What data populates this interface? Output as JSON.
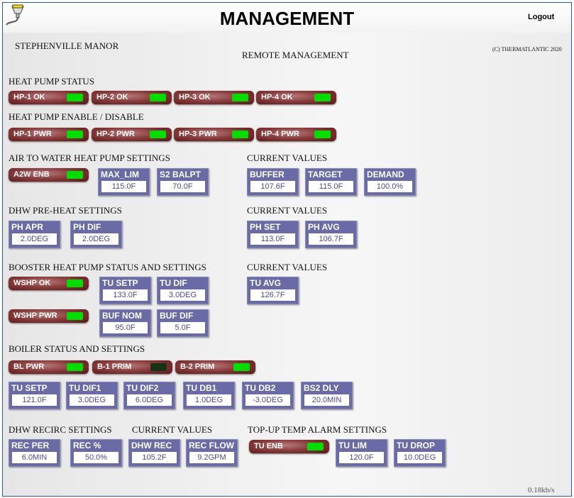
{
  "header": {
    "title": "MANAGEMENT",
    "logout": "Logout",
    "site": "STEPHENVILLE MANOR",
    "subtitle": "REMOTE MANAGEMENT",
    "copyright": "(C) THERMATLANTIC 2020"
  },
  "colors": {
    "pill": "#7a2a2a",
    "led_on": "#00dd00",
    "led_off": "#173317",
    "box": "#6a6aa6"
  },
  "sections": {
    "hp_status": "HEAT PUMP STATUS",
    "hp_enable": "HEAT PUMP ENABLE / DISABLE",
    "a2w": "AIR TO WATER HEAT PUMP SETTINGS",
    "current": "CURRENT VALUES",
    "dhw_pre": "DHW PRE-HEAT SETTINGS",
    "booster": "BOOSTER HEAT PUMP STATUS AND SETTINGS",
    "boiler": "BOILER STATUS AND SETTINGS",
    "recirc": "DHW RECIRC SETTINGS",
    "topup": "TOP-UP TEMP ALARM SETTINGS"
  },
  "pills": {
    "hp1ok": "HP-1 OK",
    "hp2ok": "HP-2 OK",
    "hp3ok": "HP-3 OK",
    "hp4ok": "HP-4 OK",
    "hp1pwr": "HP-1 PWR",
    "hp2pwr": "HP-2 PWR",
    "hp3pwr": "HP-3 PWR",
    "hp4pwr": "HP-4 PWR",
    "a2w": "A2W ENB",
    "wshpok": "WSHP OK",
    "wshppwr": "WSHP PWR",
    "blpwr": "BL PWR",
    "b1": "B-1 PRIM",
    "b2": "B-2 PRIM",
    "tuenb": "TU ENB"
  },
  "boxes": {
    "maxlim": {
      "label": "MAX_LIM",
      "value": "115.0F"
    },
    "s2": {
      "label": "S2 BALPT",
      "value": "70.0F"
    },
    "buffer": {
      "label": "BUFFER",
      "value": "107.6F"
    },
    "target": {
      "label": "TARGET",
      "value": "115.0F"
    },
    "demand": {
      "label": "DEMAND",
      "value": "100.0%"
    },
    "phapr": {
      "label": "PH APR",
      "value": "2.0DEG"
    },
    "phdif": {
      "label": "PH DIF",
      "value": "2.0DEG"
    },
    "phset": {
      "label": "PH SET",
      "value": "113.0F"
    },
    "phavg": {
      "label": "PH AVG",
      "value": "106.7F"
    },
    "tusetp": {
      "label": "TU SETP",
      "value": "133.0F"
    },
    "tudif": {
      "label": "TU DIF",
      "value": "3.0DEG"
    },
    "tuavg": {
      "label": "TU AVG",
      "value": "126.7F"
    },
    "bufnom": {
      "label": "BUF NOM",
      "value": "95.0F"
    },
    "bufdif": {
      "label": "BUF DIF",
      "value": "5.0F"
    },
    "bsetp": {
      "label": "TU SETP",
      "value": "121.0F"
    },
    "dif1": {
      "label": "TU DIF1",
      "value": "3.0DEG"
    },
    "dif2": {
      "label": "TU DIF2",
      "value": "6.0DEG"
    },
    "db1": {
      "label": "TU DB1",
      "value": "1.0DEG"
    },
    "db2": {
      "label": "TU DB2",
      "value": "-3.0DEG"
    },
    "bs2": {
      "label": "BS2 DLY",
      "value": "20.0MIN"
    },
    "recper": {
      "label": "REC PER",
      "value": "6.0MIN"
    },
    "recpct": {
      "label": "REC %",
      "value": "50.0%"
    },
    "dhwrec": {
      "label": "DHW REC",
      "value": "105.2F"
    },
    "recflow": {
      "label": "REC FLOW",
      "value": "9.2GPM"
    },
    "tulim": {
      "label": "TU LIM",
      "value": "120.0F"
    },
    "tudrop": {
      "label": "TU DROP",
      "value": "10.0DEG"
    }
  },
  "footer": {
    "rate": "0.18kb/s"
  }
}
